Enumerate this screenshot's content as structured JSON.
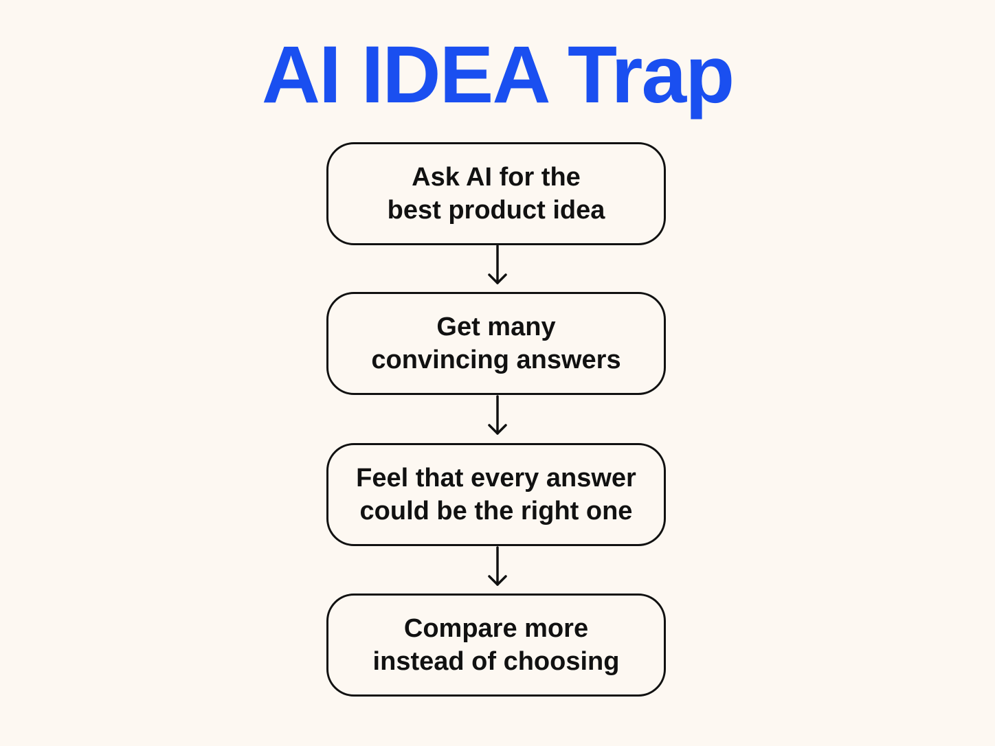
{
  "title": "AI IDEA Trap",
  "colors": {
    "title": "#1a4ff0",
    "text": "#111111",
    "border": "#111111",
    "background": "#fdf8f2"
  },
  "steps": [
    {
      "lines": [
        "Ask AI for the",
        "best product idea"
      ]
    },
    {
      "lines": [
        "Get many",
        "convincing answers"
      ]
    },
    {
      "lines": [
        "Feel that every answer",
        "could be the right one"
      ]
    },
    {
      "lines": [
        "Compare more",
        "instead of choosing"
      ]
    }
  ]
}
